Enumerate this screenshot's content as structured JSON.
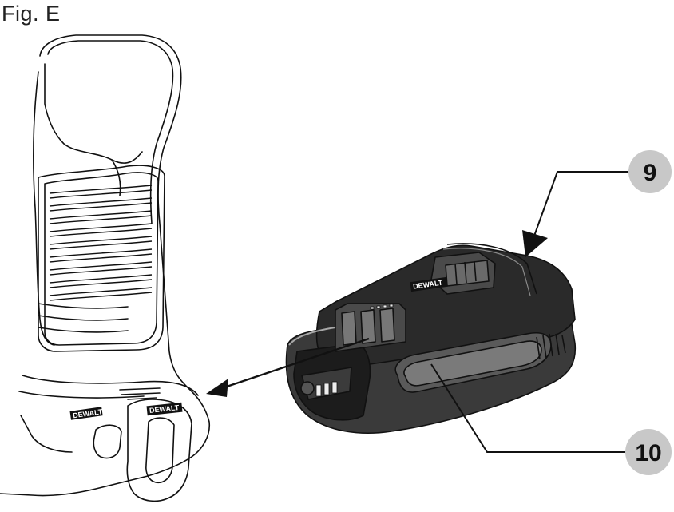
{
  "figure": {
    "label": "Fig. E"
  },
  "callouts": [
    {
      "number": "9",
      "fill": "#c8c8c8"
    },
    {
      "number": "10",
      "fill": "#c8c8c8"
    }
  ],
  "brand_text": "DEWALT",
  "colors": {
    "ink": "#111111",
    "callout_fill": "#c8c8c8",
    "battery_dark": "#2a2a2a",
    "battery_mid": "#6e6e6e",
    "battery_light": "#a8a8a8"
  }
}
